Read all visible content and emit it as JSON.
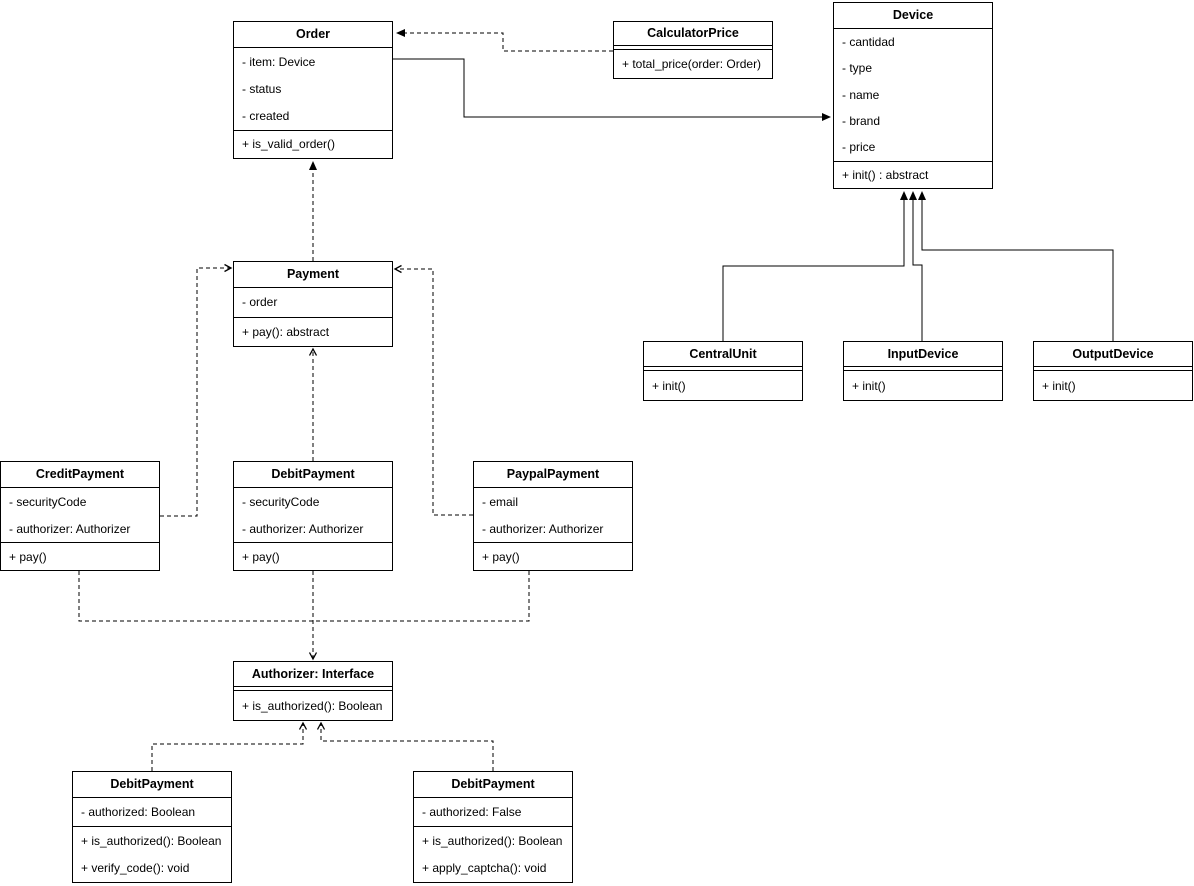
{
  "diagram": {
    "colors": {
      "background": "#ffffff",
      "line": "#000000",
      "box_fill": "#ffffff",
      "text": "#000000"
    },
    "classes": {
      "order": {
        "name": "Order",
        "attributes": [
          "- item: Device",
          "- status",
          "- created"
        ],
        "methods": [
          "+ is_valid_order()"
        ]
      },
      "calculator_price": {
        "name": "CalculatorPrice",
        "attributes": [],
        "methods": [
          "+ total_price(order: Order)"
        ]
      },
      "device": {
        "name": "Device",
        "attributes": [
          "- cantidad",
          "- type",
          "- name",
          "- brand",
          "- price"
        ],
        "methods": [
          "+ init() : abstract"
        ]
      },
      "payment": {
        "name": "Payment",
        "attributes": [
          "- order"
        ],
        "methods": [
          "+ pay(): abstract"
        ]
      },
      "central_unit": {
        "name": "CentralUnit",
        "attributes": [],
        "methods": [
          "+ init()"
        ]
      },
      "input_device": {
        "name": "InputDevice",
        "attributes": [],
        "methods": [
          "+ init()"
        ]
      },
      "output_device": {
        "name": "OutputDevice",
        "attributes": [],
        "methods": [
          "+ init()"
        ]
      },
      "credit_payment": {
        "name": "CreditPayment",
        "attributes": [
          "- securityCode",
          "- authorizer: Authorizer"
        ],
        "methods": [
          "+ pay()"
        ]
      },
      "debit_payment": {
        "name": "DebitPayment",
        "attributes": [
          "- securityCode",
          "- authorizer: Authorizer"
        ],
        "methods": [
          "+ pay()"
        ]
      },
      "paypal_payment": {
        "name": "PaypalPayment",
        "attributes": [
          "- email",
          "- authorizer: Authorizer"
        ],
        "methods": [
          "+ pay()"
        ]
      },
      "authorizer": {
        "name": "Authorizer: Interface",
        "attributes": [],
        "methods": [
          "+ is_authorized(): Boolean"
        ]
      },
      "debit_payment_impl_verify": {
        "name": "DebitPayment",
        "attributes": [
          "- authorized: Boolean"
        ],
        "methods": [
          "+ is_authorized(): Boolean",
          "+ verify_code(): void"
        ]
      },
      "debit_payment_impl_captcha": {
        "name": "DebitPayment",
        "attributes": [
          "- authorized: False"
        ],
        "methods": [
          "+ is_authorized(): Boolean",
          "+ apply_captcha(): void"
        ]
      }
    }
  }
}
